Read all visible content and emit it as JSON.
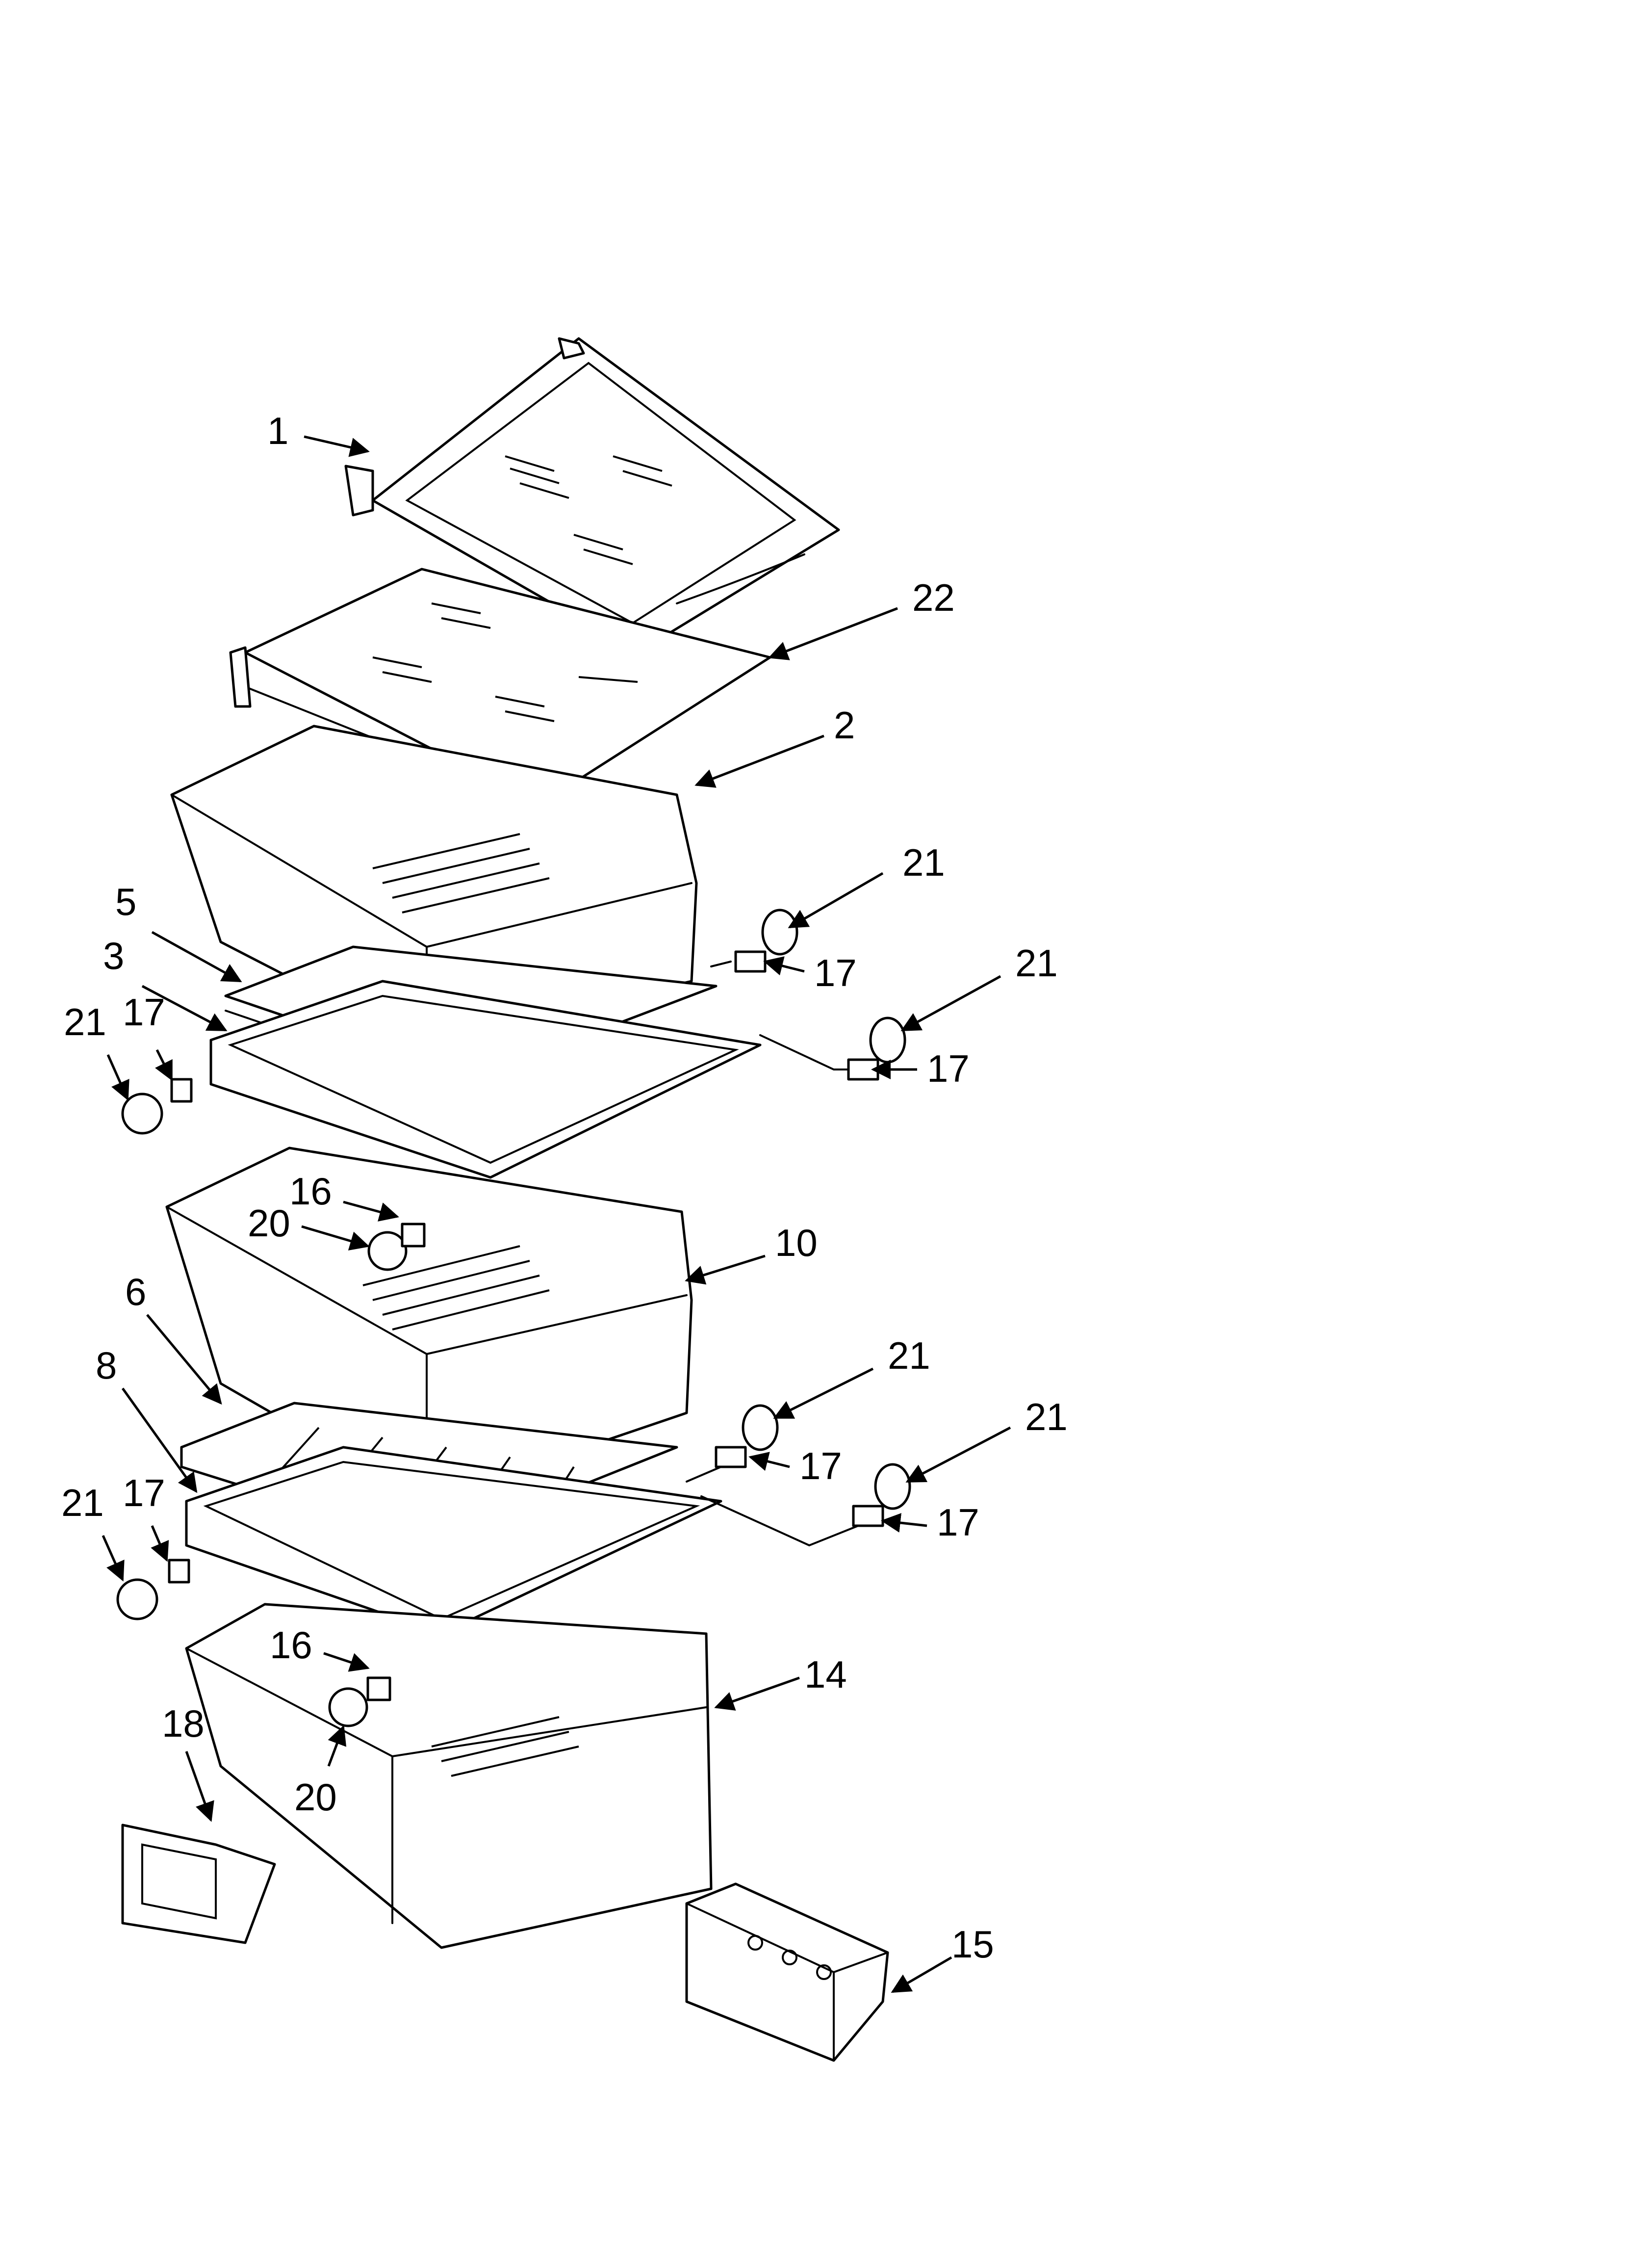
{
  "callouts": [
    "1",
    "22",
    "2",
    "21",
    "17",
    "21",
    "17",
    "5",
    "3",
    "21",
    "17",
    "16",
    "20",
    "10",
    "6",
    "8",
    "21",
    "17",
    "21",
    "17",
    "21",
    "17",
    "16",
    "14",
    "18",
    "20",
    "15"
  ]
}
